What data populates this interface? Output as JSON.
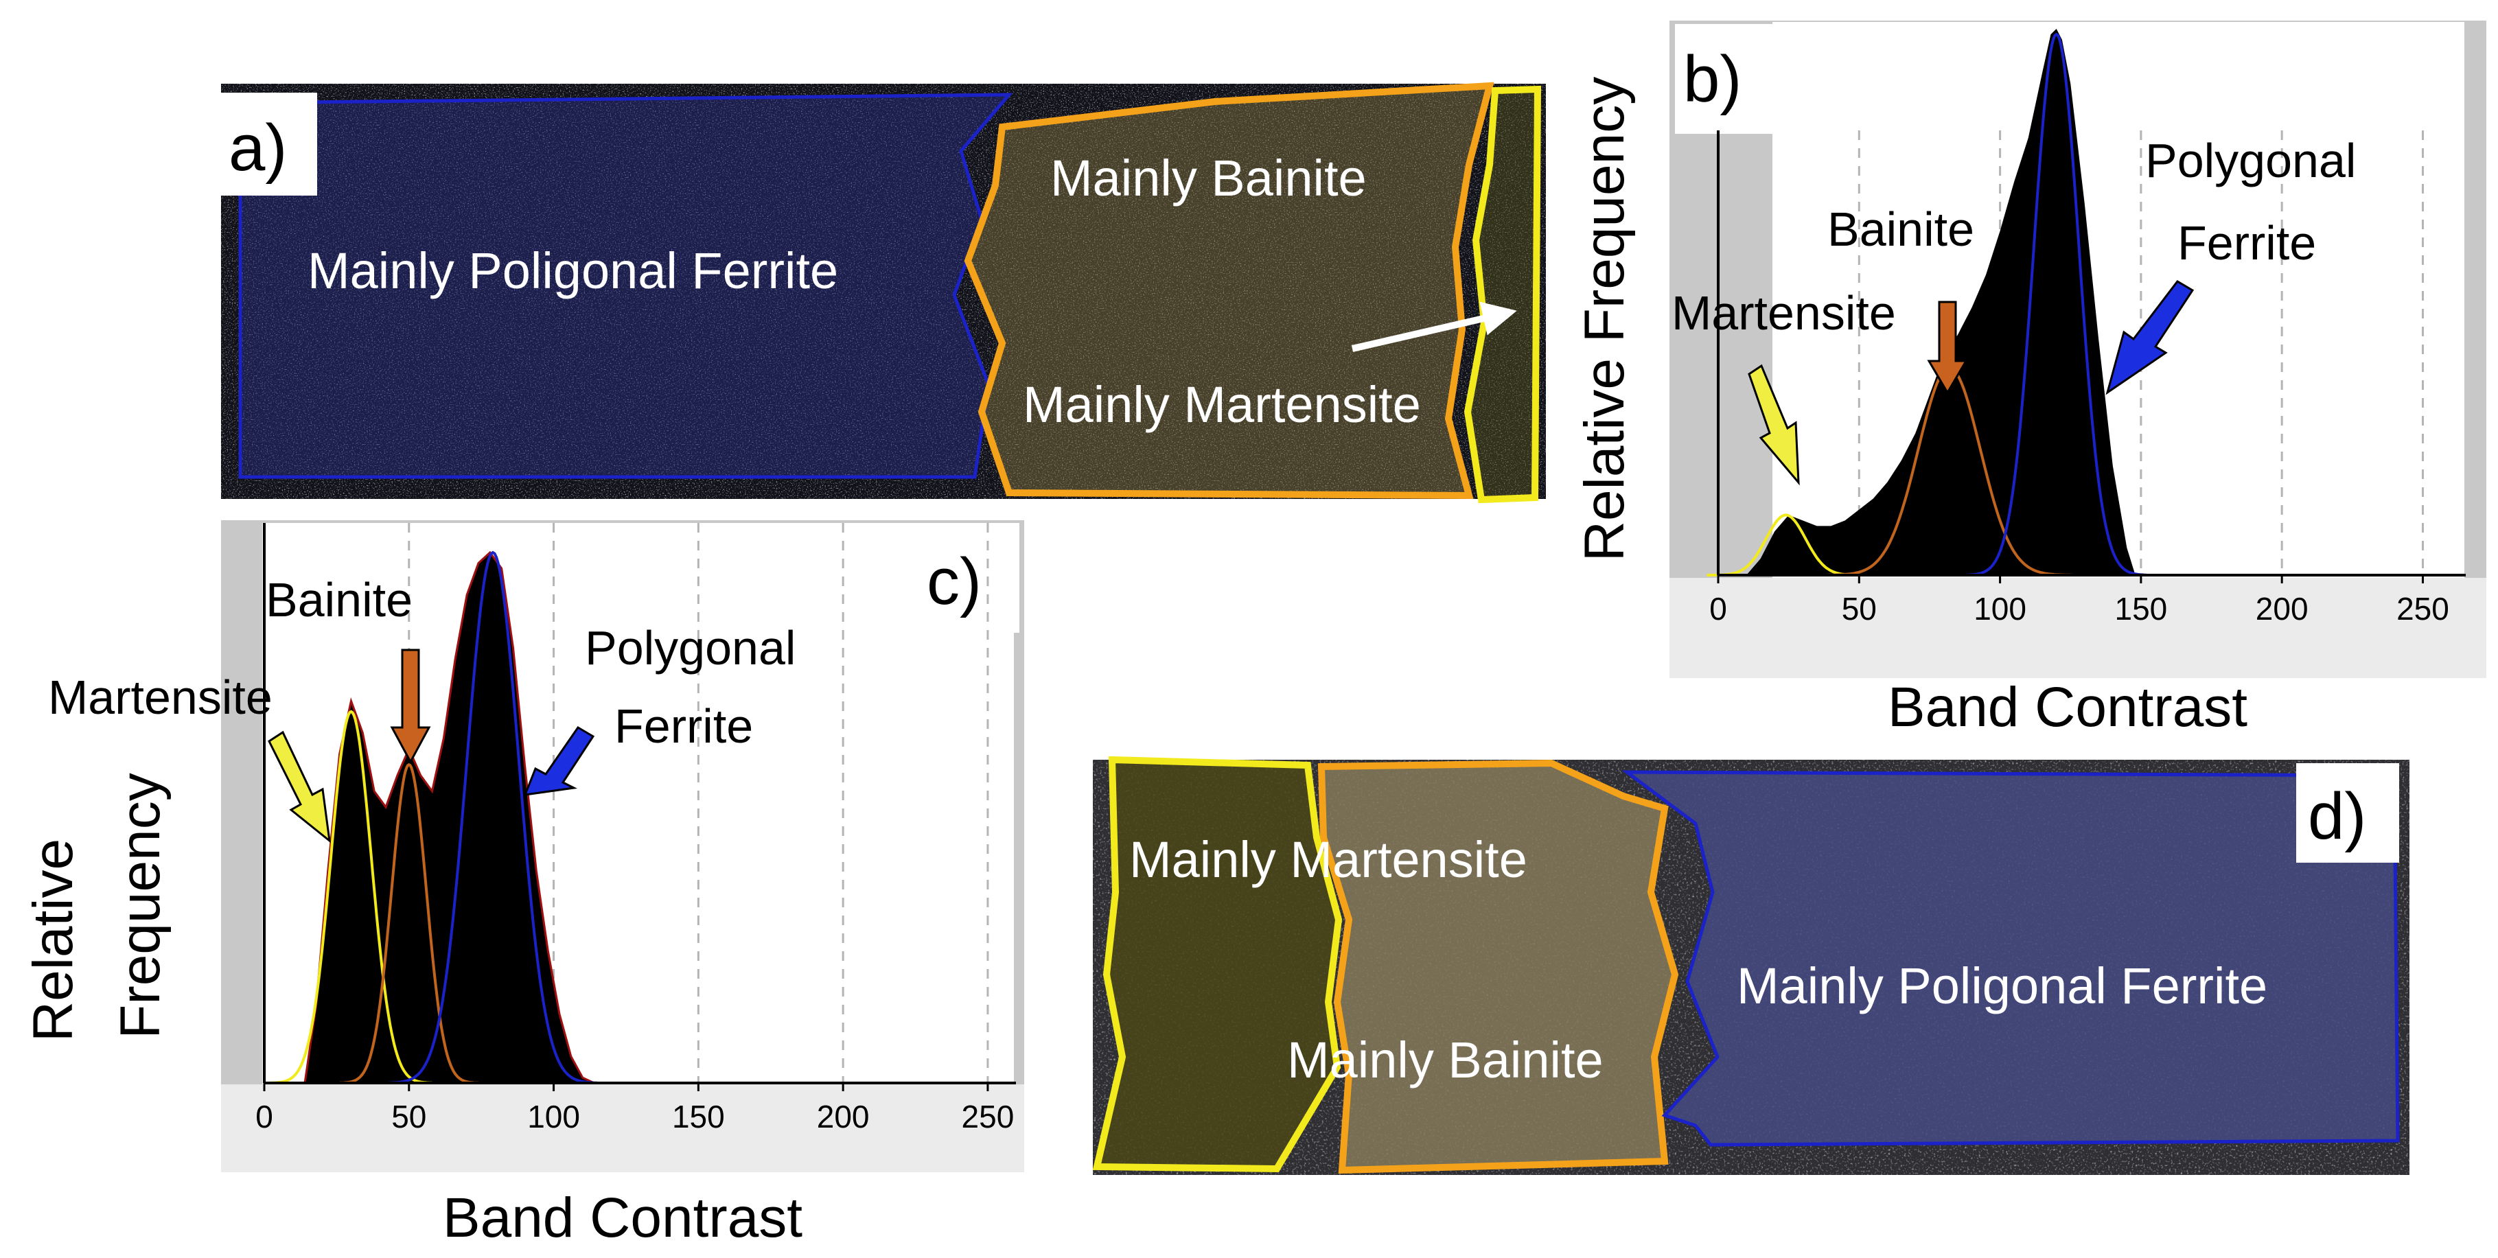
{
  "panels": {
    "a": {
      "letter": "a)",
      "regions": [
        "Mainly Poligonal Ferrite",
        "Mainly Bainite",
        "Mainly Martensite"
      ]
    },
    "b": {
      "letter": "b)"
    },
    "c": {
      "letter": "c)"
    },
    "d": {
      "letter": "d)",
      "regions": [
        "Mainly Martensite",
        "Mainly Bainite",
        "Mainly Poligonal Ferrite"
      ]
    }
  },
  "colors": {
    "ferrite": "#1a22c8",
    "bainite": "#f5a21b",
    "martensite": "#f2ea1c",
    "arrow_bainite": "#c8621e",
    "arrow_martensite": "#f0ee40",
    "arrow_ferrite": "#1c2fe0",
    "fit_bainite": "#c0641e"
  },
  "chart_data": [
    {
      "panel": "b",
      "type": "area",
      "xlabel": "Band Contrast",
      "ylabel": "Relative Frequency",
      "xticks": [
        0,
        50,
        100,
        150,
        200,
        250
      ],
      "xlim": [
        0,
        255
      ],
      "ylim": [
        0,
        1
      ],
      "grid": true,
      "histogram": {
        "x": [
          10,
          15,
          20,
          25,
          30,
          35,
          40,
          45,
          50,
          55,
          60,
          65,
          70,
          75,
          80,
          85,
          90,
          95,
          100,
          105,
          110,
          115,
          118,
          120,
          122,
          125,
          130,
          135,
          140,
          145,
          148
        ],
        "y": [
          0.0,
          0.03,
          0.08,
          0.11,
          0.1,
          0.09,
          0.09,
          0.1,
          0.12,
          0.14,
          0.17,
          0.21,
          0.26,
          0.33,
          0.4,
          0.44,
          0.49,
          0.55,
          0.63,
          0.72,
          0.8,
          0.92,
          0.99,
          1.0,
          0.98,
          0.9,
          0.68,
          0.43,
          0.2,
          0.05,
          0.0
        ]
      },
      "fits": [
        {
          "name": "Martensite",
          "center": 24,
          "sigma": 7,
          "amplitude": 0.11
        },
        {
          "name": "Bainite",
          "center": 82,
          "sigma": 11,
          "amplitude": 0.38
        },
        {
          "name": "Polygonal Ferrite",
          "center": 120,
          "sigma": 8,
          "amplitude": 0.99
        }
      ],
      "annotations": [
        "Martensite",
        "Bainite",
        "Polygonal",
        "Ferrite"
      ]
    },
    {
      "panel": "c",
      "type": "area",
      "xlabel": "Band Contrast",
      "ylabel": [
        "Relative",
        "Frequency"
      ],
      "xticks": [
        0,
        50,
        100,
        150,
        200,
        250
      ],
      "xlim": [
        0,
        255
      ],
      "ylim": [
        0,
        1
      ],
      "grid": true,
      "histogram": {
        "x": [
          14,
          18,
          22,
          26,
          30,
          34,
          38,
          42,
          46,
          50,
          54,
          58,
          62,
          66,
          70,
          74,
          78,
          82,
          86,
          90,
          94,
          98,
          102,
          106,
          110,
          114
        ],
        "y": [
          0.0,
          0.15,
          0.4,
          0.62,
          0.72,
          0.66,
          0.55,
          0.52,
          0.58,
          0.63,
          0.58,
          0.55,
          0.65,
          0.8,
          0.92,
          0.98,
          1.0,
          0.97,
          0.82,
          0.6,
          0.4,
          0.25,
          0.13,
          0.05,
          0.01,
          0.0
        ]
      },
      "fits": [
        {
          "name": "Martensite",
          "center": 30,
          "sigma": 7,
          "amplitude": 0.7
        },
        {
          "name": "Bainite",
          "center": 50,
          "sigma": 6,
          "amplitude": 0.6
        },
        {
          "name": "Polygonal Ferrite",
          "center": 79,
          "sigma": 9,
          "amplitude": 1.0
        }
      ],
      "annotations": [
        "Martensite",
        "Bainite",
        "Polygonal",
        "Ferrite"
      ]
    }
  ]
}
